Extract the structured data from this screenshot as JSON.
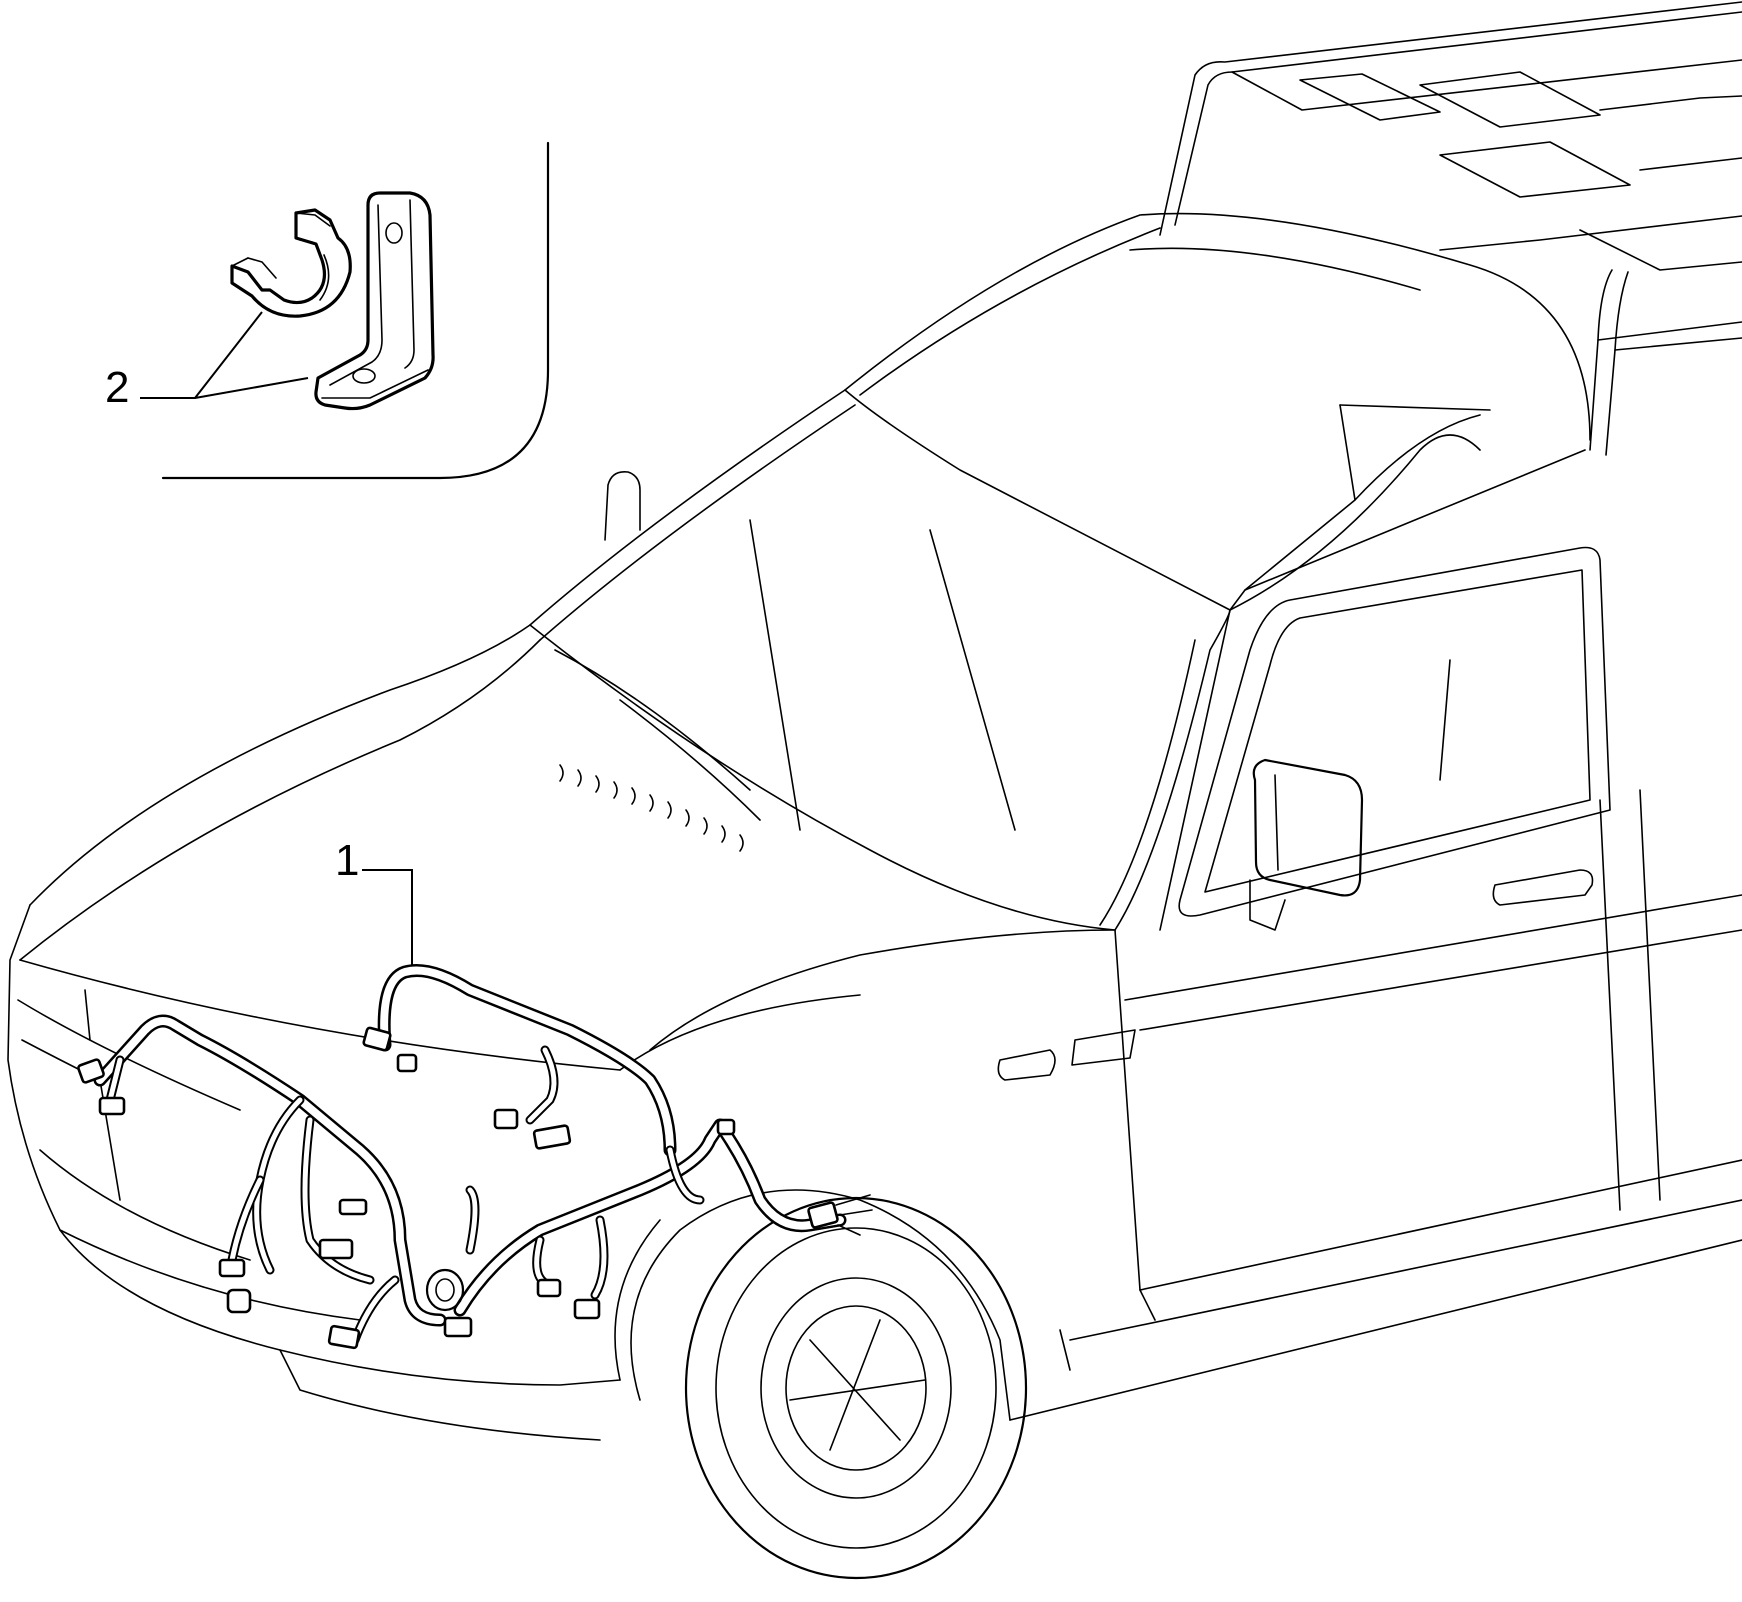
{
  "callouts": [
    {
      "number": "1",
      "part": "wiring-harness"
    },
    {
      "number": "2",
      "part": "bracket-and-clip"
    }
  ]
}
